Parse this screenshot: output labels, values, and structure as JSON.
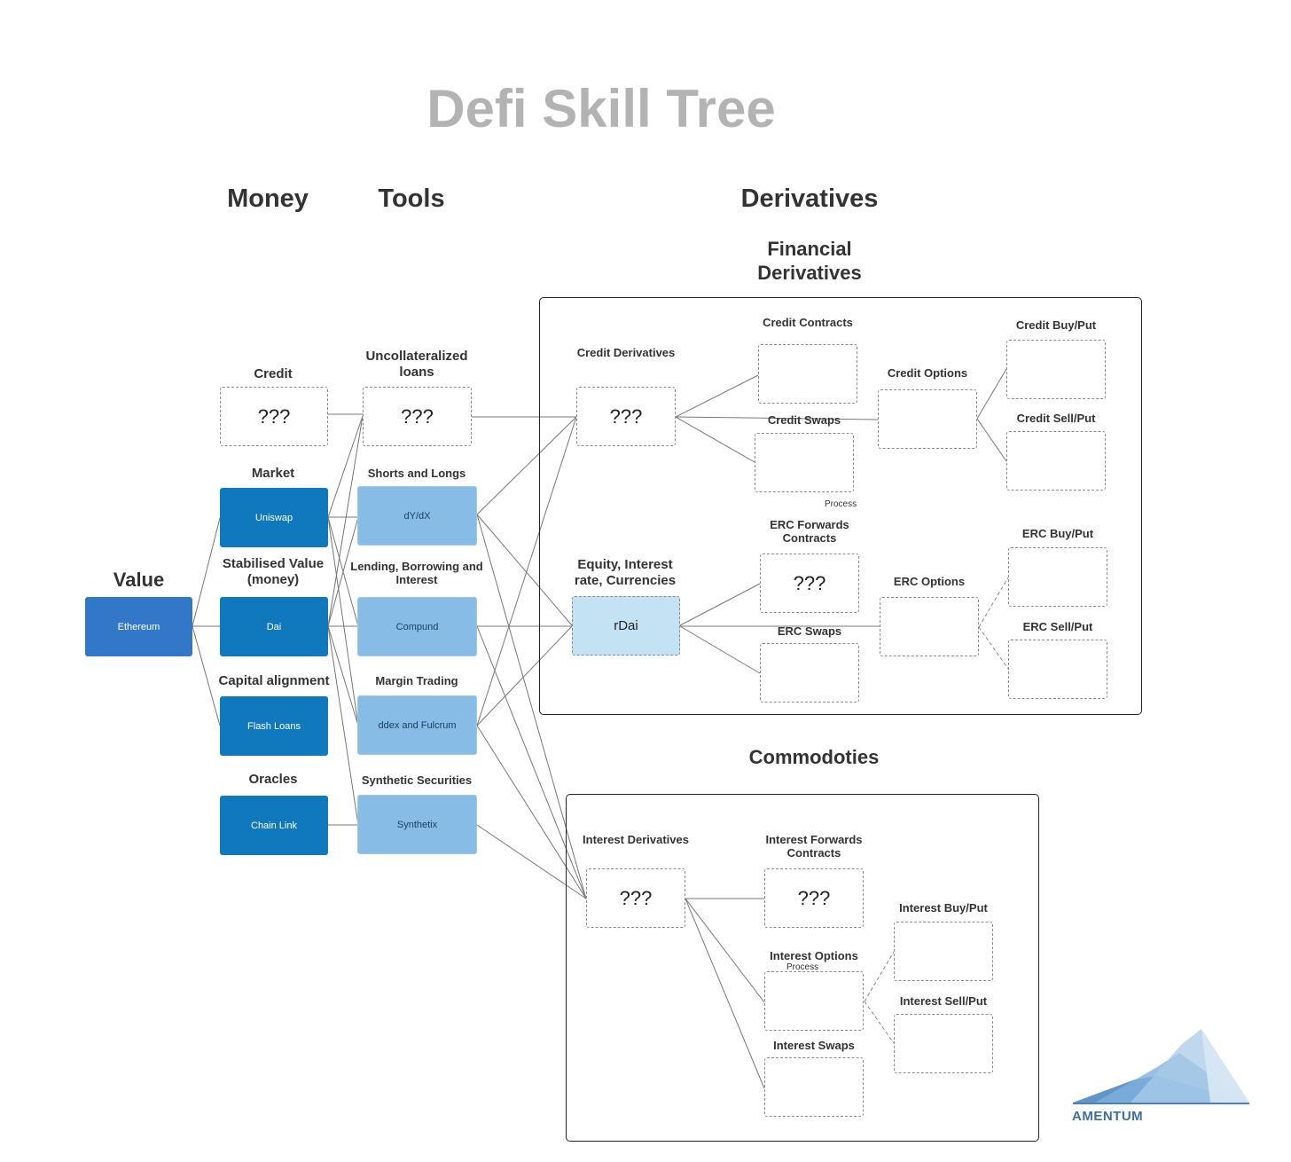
{
  "title": "Defi Skill Tree",
  "columns": {
    "value": "Value",
    "money": "Money",
    "tools": "Tools",
    "derivatives": "Derivatives"
  },
  "sections": {
    "financial": "Financial Derivatives",
    "commodities": "Commodoties"
  },
  "value_node": {
    "label": "Value",
    "box": "Ethereum"
  },
  "money": {
    "credit": {
      "label": "Credit",
      "box": "???"
    },
    "market": {
      "label": "Market",
      "box": "Uniswap"
    },
    "stabilised": {
      "label": "Stabilised Value (money)",
      "box": "Dai"
    },
    "capital": {
      "label": "Capital alignment",
      "box": "Flash Loans"
    },
    "oracles": {
      "label": "Oracles",
      "box": "Chain Link"
    }
  },
  "tools": {
    "uncollateralized": {
      "label": "Uncollateralized loans",
      "box": "???"
    },
    "shorts": {
      "label": "Shorts and Longs",
      "box": "dY/dX"
    },
    "lending": {
      "label": "Lending, Borrowing and Interest",
      "box": "Compund"
    },
    "margin": {
      "label": "Margin Trading",
      "box": "ddex and Fulcrum"
    },
    "synthetic": {
      "label": "Synthetic Securities",
      "box": "Synthetix"
    }
  },
  "financial": {
    "credit_derivatives": {
      "label": "Credit Derivatives",
      "box": "???"
    },
    "credit_contracts": {
      "label": "Credit Contracts"
    },
    "credit_swaps": {
      "label": "Credit Swaps"
    },
    "credit_options": {
      "label": "Credit Options"
    },
    "credit_buy": {
      "label": "Credit Buy/Put"
    },
    "credit_sell": {
      "label": "Credit Sell/Put"
    },
    "process": "Process",
    "equity": {
      "label": "Equity, Interest rate, Currencies",
      "box": "rDai"
    },
    "erc_forwards": {
      "label": "ERC Forwards Contracts",
      "box": "???"
    },
    "erc_swaps": {
      "label": "ERC Swaps"
    },
    "erc_options": {
      "label": "ERC Options"
    },
    "erc_buy": {
      "label": "ERC Buy/Put"
    },
    "erc_sell": {
      "label": "ERC Sell/Put"
    }
  },
  "commodities": {
    "interest_derivatives": {
      "label": "Interest Derivatives",
      "box": "???"
    },
    "interest_forwards": {
      "label": "Interest Forwards Contracts",
      "box": "???"
    },
    "interest_options": {
      "label": "Interest Options"
    },
    "process": "Process",
    "interest_swaps": {
      "label": "Interest Swaps"
    },
    "interest_buy": {
      "label": "Interest Buy/Put"
    },
    "interest_sell": {
      "label": "Interest Sell/Put"
    }
  },
  "logo": {
    "text": "AMENTUM",
    "color": "#3a6ea5"
  }
}
